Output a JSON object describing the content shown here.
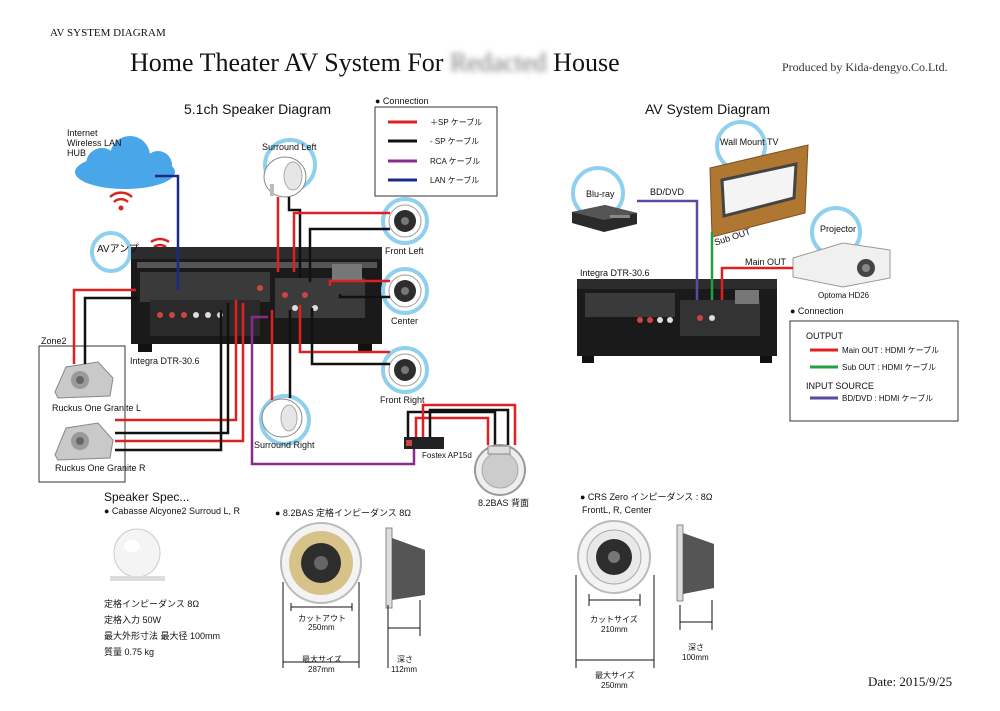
{
  "header": {
    "tag": "AV SYSTEM DIAGRAM",
    "title_prefix": "Home Theater AV System For",
    "title_hidden": "Redacted",
    "title_suffix": "House",
    "producer": "Produced by Kida-dengyo.Co.Ltd."
  },
  "speaker_diagram": {
    "title": "5.1ch  Speaker  Diagram",
    "internet_label": "Internet\nWireless LAN\nHUB",
    "av_amp_label": "AVアンプ",
    "receiver_label": "Integra DTR-30.6",
    "zone2_label": "Zone2",
    "zone2_speaker_l": "Ruckus One Granite L",
    "zone2_speaker_r": "Ruckus One Granite R",
    "surround_left": "Surround Left",
    "surround_right": "Surround Right",
    "front_left": "Front Left",
    "center": "Center",
    "front_right": "Front Right",
    "sub_amp": "Fostex AP15d",
    "bas_back": "8.2BAS 背面"
  },
  "connection_legend": {
    "title": "● Connection",
    "items": [
      {
        "label": "＋SP ケーブル",
        "color": "#e02020"
      },
      {
        "label": "- SP ケーブル",
        "color": "#111111"
      },
      {
        "label": "RCA ケーブル",
        "color": "#8a2a8a"
      },
      {
        "label": "LAN ケーブル",
        "color": "#1a2a8a"
      }
    ]
  },
  "av_diagram": {
    "title": "AV System Diagram",
    "wall_tv": "Wall Mount TV",
    "bluray": "Blu-ray",
    "bd_dvd": "BD/DVD",
    "sub_out": "Sub OUT",
    "main_out": "Main OUT",
    "projector": "Projector",
    "projector_model": "Optoma  HD26",
    "receiver_label": "Integra DTR-30.6"
  },
  "av_legend": {
    "title": "● Connection",
    "output_heading": "OUTPUT",
    "input_heading": "INPUT SOURCE",
    "items": [
      {
        "label": "Main OUT : HDMI ケーブル",
        "color": "#e02020"
      },
      {
        "label": "Sub OUT : HDMI ケーブル",
        "color": "#20a040"
      },
      {
        "label": "BD/DVD : HDMI ケーブル",
        "color": "#5a4aa0"
      }
    ]
  },
  "spec": {
    "heading": "Speaker Spec...",
    "cabasse": {
      "title": "● Cabasse Alcyone2   Surroud L, R",
      "lines": [
        "定格インピーダンス 8Ω",
        "定格入力 50W",
        "最大外形寸法 最大径 100mm",
        "質量 0.75 kg"
      ]
    },
    "bas": {
      "title": "● 8.2BAS    定格インピーダンス 8Ω",
      "cutout_label": "カットアウト",
      "cutout_value": "250mm",
      "max_label": "最大サイズ",
      "max_value": "287mm",
      "depth_label": "深さ",
      "depth_value": "112mm"
    },
    "crs": {
      "title": "● CRS Zero    インピーダンス : 8Ω",
      "subtitle": "FrontL, R, Center",
      "cut_label": "カットサイズ",
      "cut_value": "210mm",
      "max_label": "最大サイズ",
      "max_value": "250mm",
      "depth_label": "深さ",
      "depth_value": "100mm"
    }
  },
  "date": "Date:  2015/9/25"
}
